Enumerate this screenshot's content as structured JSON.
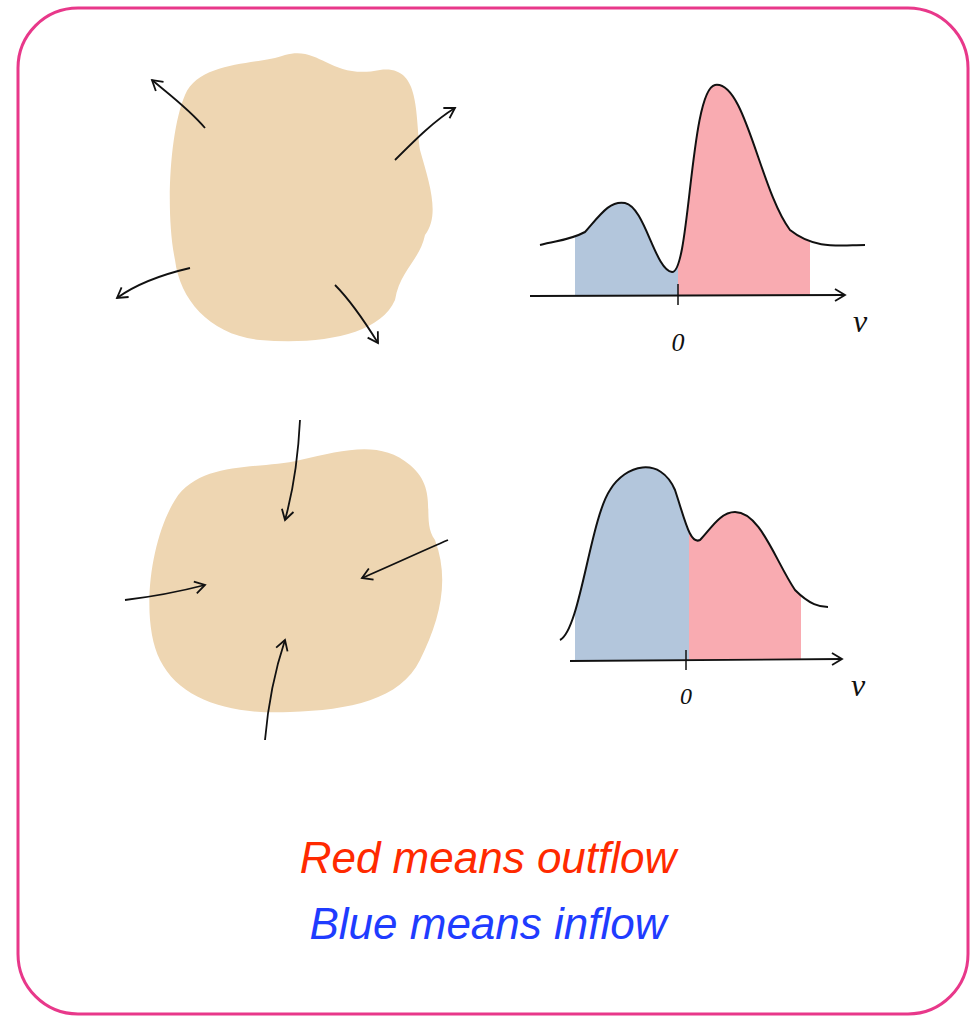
{
  "diagram": {
    "labels": [
      "0",
      "v",
      "0",
      "v",
      "Red means outflow",
      "Blue means inflow"
    ]
  }
}
